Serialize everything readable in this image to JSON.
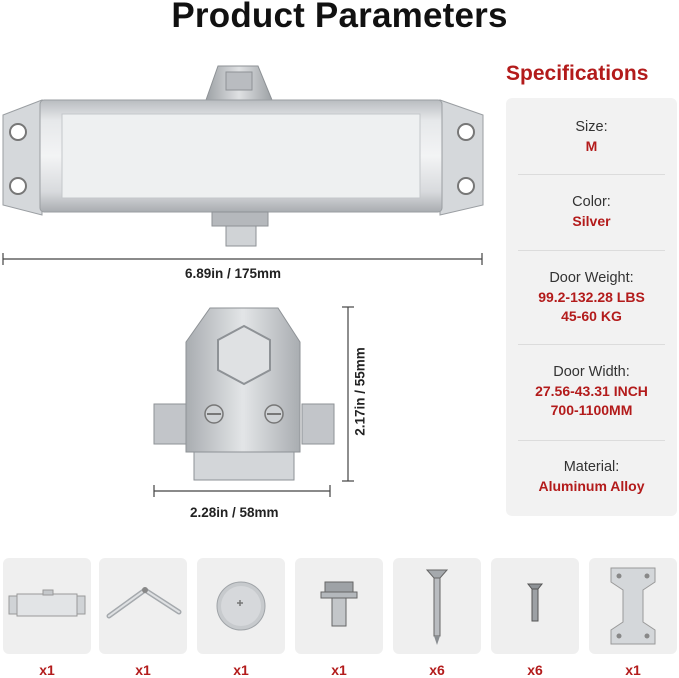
{
  "title": "Product Parameters",
  "specifications": {
    "heading": "Specifications",
    "items": [
      {
        "label": "Size:",
        "values": [
          "M"
        ]
      },
      {
        "label": "Color:",
        "values": [
          "Silver"
        ]
      },
      {
        "label": "Door Weight:",
        "values": [
          "99.2-132.28 LBS",
          "45-60 KG"
        ]
      },
      {
        "label": "Door Width:",
        "values": [
          "27.56-43.31 INCH",
          "700-1100MM"
        ]
      },
      {
        "label": "Material:",
        "values": [
          "Aluminum Alloy"
        ]
      }
    ]
  },
  "dimensions": {
    "length": "6.89in / 175mm",
    "height": "2.17in / 55mm",
    "width": "2.28in / 58mm"
  },
  "accessories": [
    {
      "icon": "door-closer-body-icon",
      "qty": "x1"
    },
    {
      "icon": "arm-linkage-icon",
      "qty": "x1"
    },
    {
      "icon": "cover-cap-icon",
      "qty": "x1"
    },
    {
      "icon": "bolt-nut-icon",
      "qty": "x1"
    },
    {
      "icon": "long-screw-icon",
      "qty": "x6"
    },
    {
      "icon": "short-screw-icon",
      "qty": "x6"
    },
    {
      "icon": "mounting-bracket-icon",
      "qty": "x1"
    }
  ],
  "colors": {
    "accent": "#b31b1b",
    "panel": "#f2f2f2",
    "metal": "#c9ccd0"
  }
}
